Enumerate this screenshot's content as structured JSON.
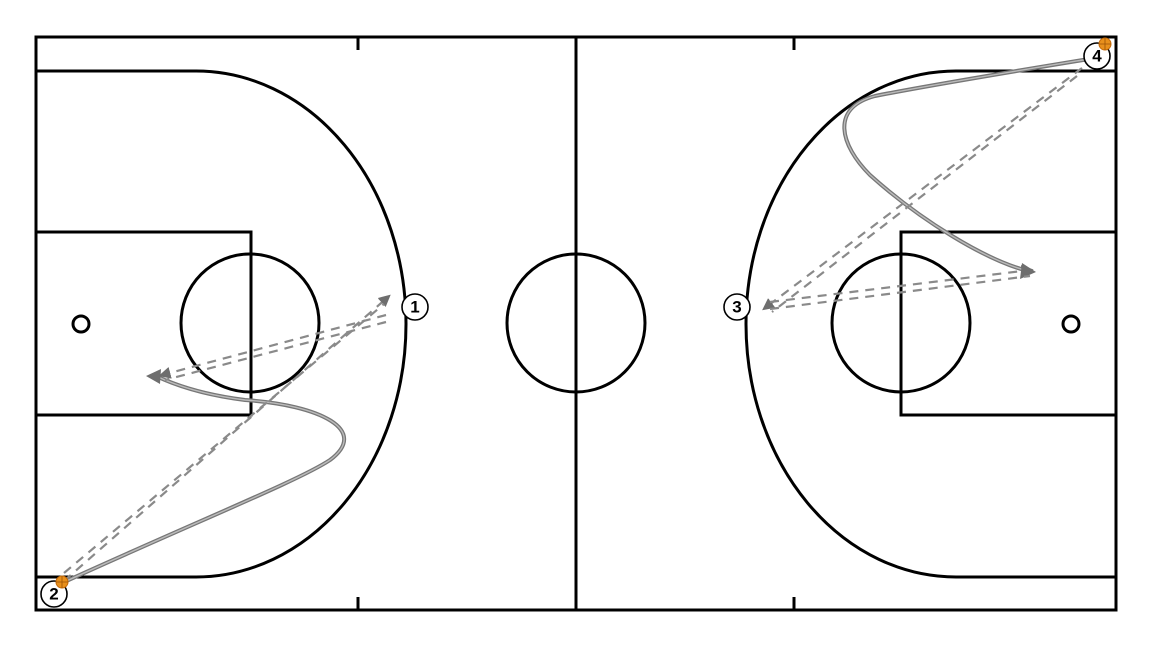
{
  "colors": {
    "court_lines": "#000000",
    "movement": "#777777",
    "ball": "#e8901c"
  },
  "players": [
    {
      "label": "1"
    },
    {
      "label": "2",
      "has_ball": true
    },
    {
      "label": "3"
    },
    {
      "label": "4",
      "has_ball": true
    }
  ],
  "movements": [
    {
      "from": "2",
      "kind": "dribble"
    },
    {
      "from": "2",
      "kind": "pass"
    },
    {
      "from": "1",
      "kind": "pass"
    },
    {
      "from": "4",
      "kind": "dribble"
    },
    {
      "from": "4",
      "kind": "pass"
    },
    {
      "from": "3",
      "kind": "pass"
    }
  ]
}
